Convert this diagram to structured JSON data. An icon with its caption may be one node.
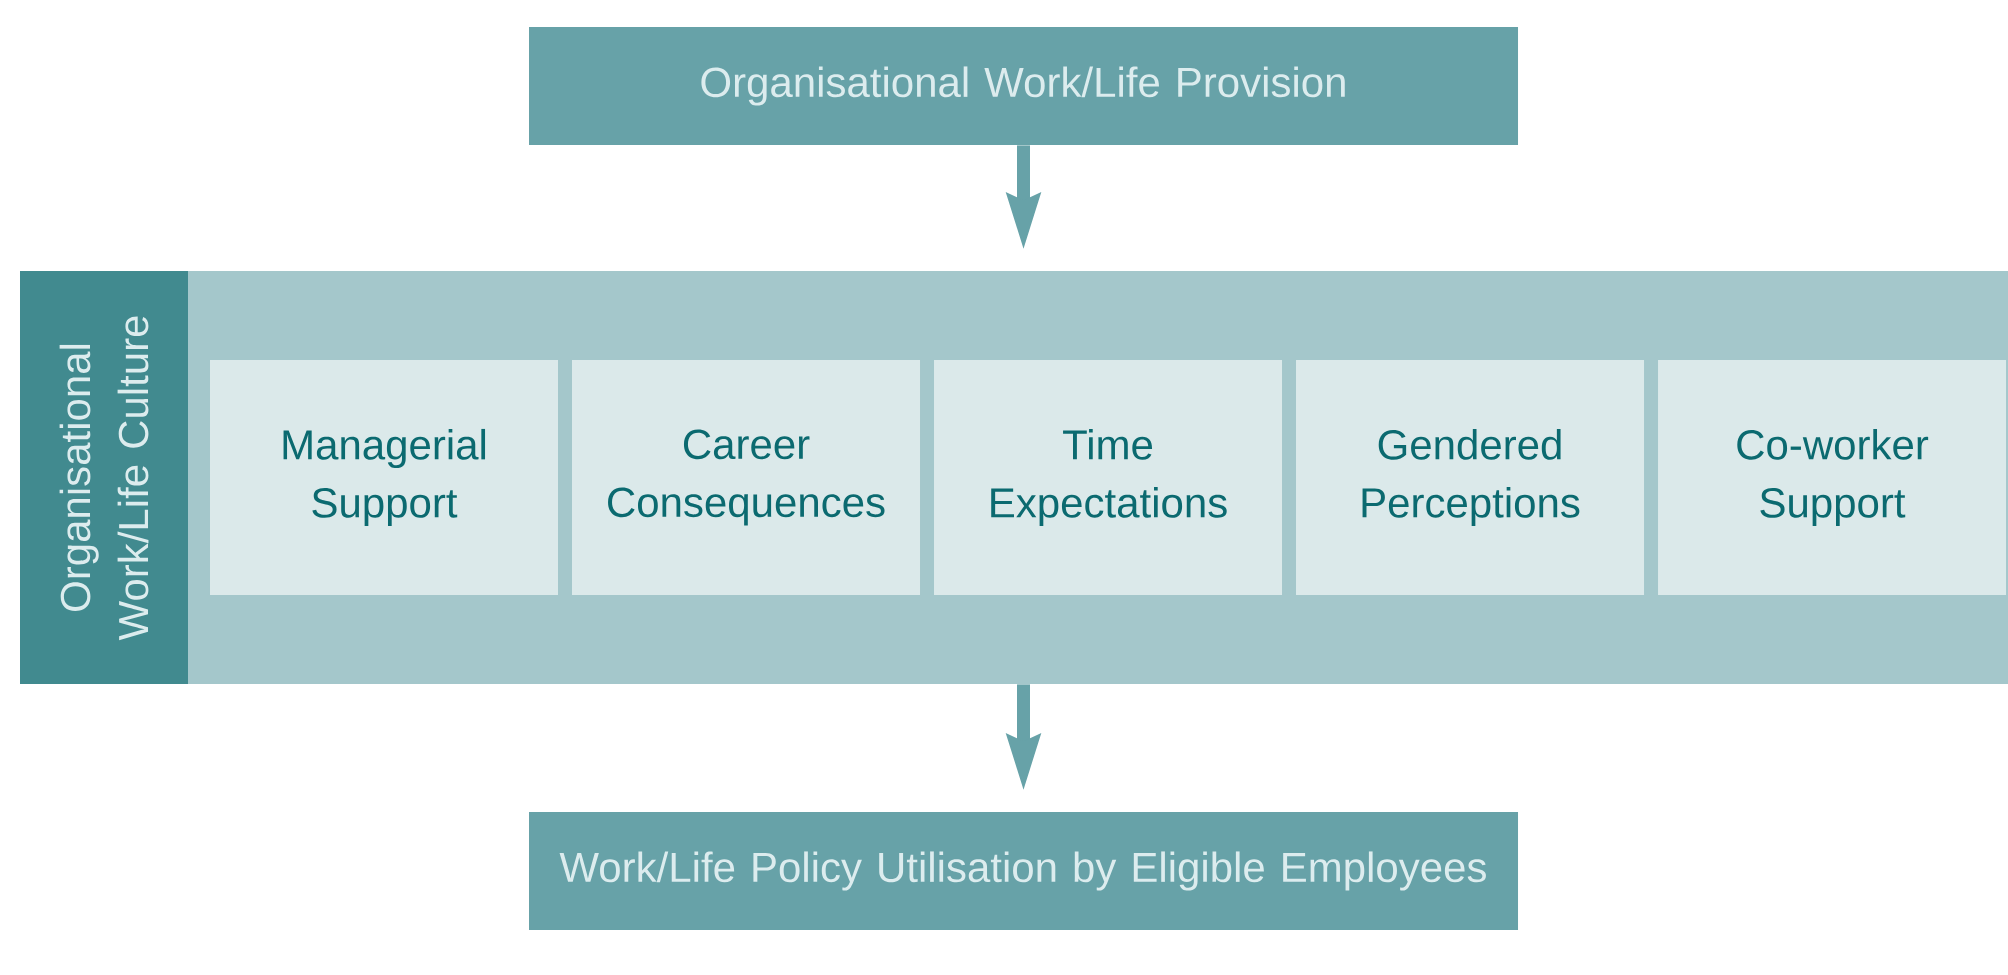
{
  "diagram": {
    "nodes": [
      {
        "text": [
          "Organisational Work/Life Provision"
        ]
      },
      {
        "text": [
          "Organisational Work/Life Culture"
        ]
      },
      {
        "text": [
          "Managerial Support"
        ],
        "in": 1
      },
      {
        "text": [
          "Career Consequences"
        ],
        "in": 1
      },
      {
        "text": [
          "Time Expectations"
        ],
        "in": 1
      },
      {
        "text": [
          "Gendered Perceptions"
        ],
        "in": 1
      },
      {
        "text": [
          "Co-worker Support"
        ],
        "in": 1
      },
      {
        "text": [
          "Work/Life Policy Utilisation by Eligible Employees"
        ]
      }
    ],
    "edges": [
      {
        "from": 0,
        "to": 1,
        "arrow": "to"
      },
      {
        "from": 1,
        "to": 7,
        "arrow": "to"
      }
    ]
  }
}
